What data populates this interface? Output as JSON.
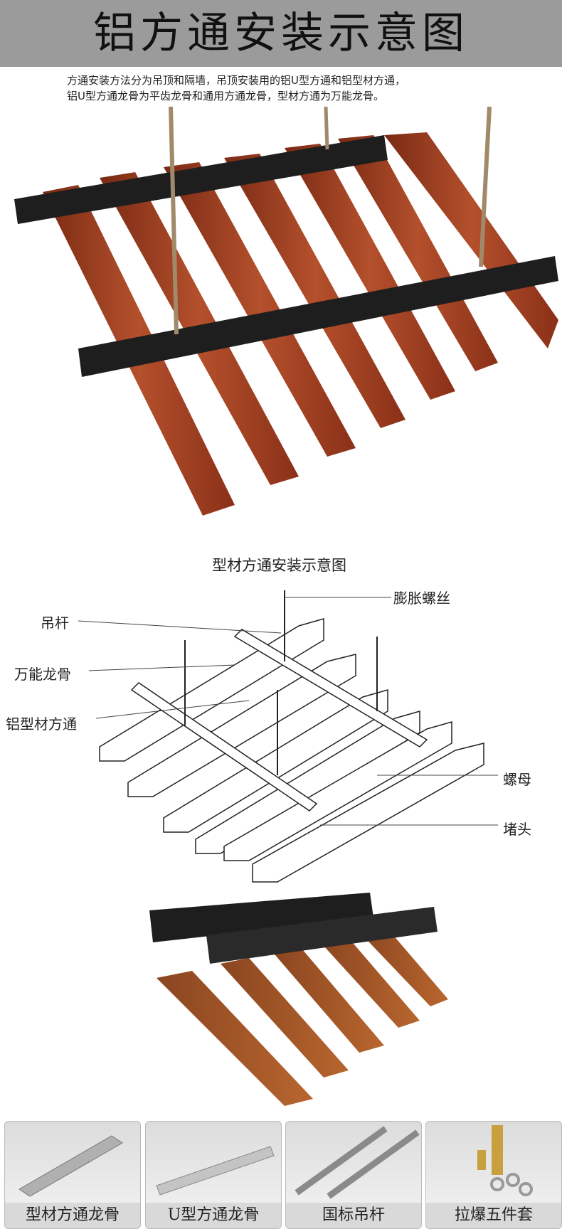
{
  "header": {
    "title": "铝方通安装示意图"
  },
  "intro": {
    "line1": "方通安装方法分为吊顶和隔墙，吊顶安装用的铝U型方通和铝型材方通，",
    "line2": "铝U型方通龙骨为平齿龙骨和通用方通龙骨，型材方通为万能龙骨。"
  },
  "diagram": {
    "title": "型材方通安装示意图",
    "labels": {
      "expansion_screw": "膨胀螺丝",
      "rod": "吊杆",
      "keel": "万能龙骨",
      "profile": "铝型材方通",
      "nut": "螺母",
      "cap": "堵头"
    }
  },
  "accessories": [
    {
      "label": "型材方通龙骨"
    },
    {
      "label": "U型方通龙骨"
    },
    {
      "label": "国标吊杆"
    },
    {
      "label": "拉爆五件套"
    }
  ],
  "colors": {
    "wood": "#9a3a20",
    "wood_light": "#c25a35",
    "keel": "#1e1e1e",
    "rod": "#a08a6a"
  }
}
